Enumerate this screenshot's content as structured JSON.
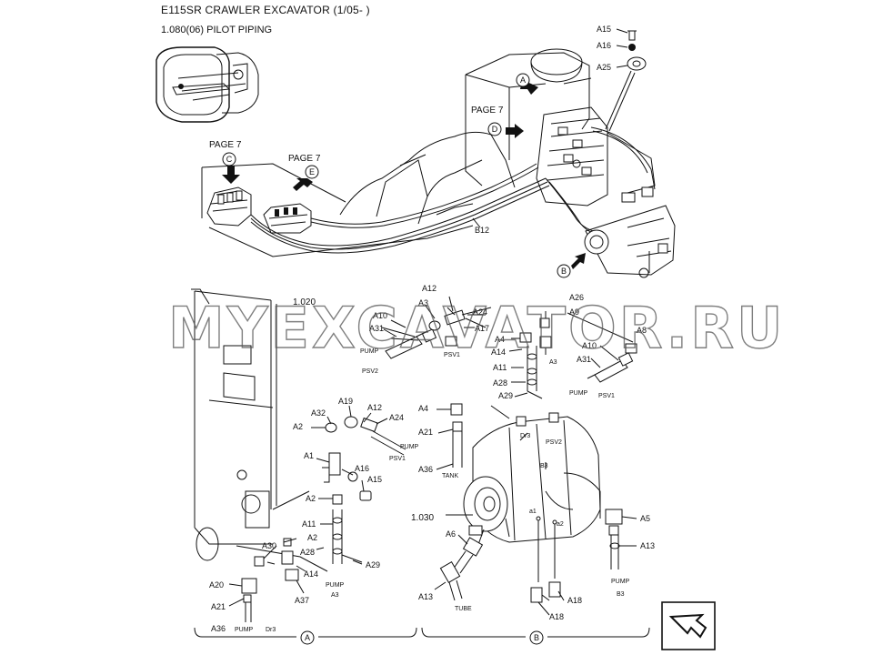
{
  "header": {
    "title": "E115SR CRAWLER EXCAVATOR (1/05- )",
    "subtitle": "1.080(06) PILOT PIPING"
  },
  "refs": {
    "page7_left": "PAGE 7",
    "page7_mid": "PAGE 7",
    "page7_top": "PAGE 7",
    "circle_c": "C",
    "circle_e": "E",
    "circle_a": "A",
    "circle_d": "D",
    "circle_b": "B",
    "b12": "B12",
    "ref_1020": "1.020",
    "ref_1030": "1.030"
  },
  "top_parts": {
    "a15": "A15",
    "a16": "A16",
    "a25": "A25"
  },
  "group_psv2": {
    "a10": "A10",
    "a31": "A31",
    "pump": "PUMP",
    "psv": "PSV2"
  },
  "group_psv1_mid": {
    "a12": "A12",
    "a3": "A3",
    "a24": "A24",
    "a17": "A17",
    "psv": "PSV1"
  },
  "group_a3": {
    "a26": "A26",
    "a9": "A9",
    "a4": "A4",
    "a14": "A14",
    "a11": "A11",
    "a28": "A28",
    "a29": "A29",
    "a3": "A3"
  },
  "group_psv1_right": {
    "a8": "A8",
    "a10": "A10",
    "a31": "A31",
    "pump": "PUMP",
    "psv": "PSV1"
  },
  "group_left": {
    "a19": "A19",
    "a12": "A12",
    "a32": "A32",
    "a24": "A24",
    "a2": "A2",
    "pump": "PUMP",
    "psv1": "PSV1",
    "a1": "A1",
    "a16": "A16",
    "a15": "A15",
    "a2b": "A2",
    "a11": "A11",
    "a2c": "A2",
    "a30": "A30",
    "a28": "A28",
    "a29": "A29",
    "a14": "A14",
    "pump2": "PUMP",
    "a3": "A3",
    "a20": "A20",
    "a37": "A37",
    "a21": "A21",
    "a36": "A36",
    "pump3": "PUMP",
    "dr3": "Dr3"
  },
  "group_tank": {
    "a4": "A4",
    "a21": "A21",
    "a36": "A36",
    "tank": "TANK"
  },
  "group_pump": {
    "dr3": "Dr3",
    "psv2": "PSV2",
    "b3": "B3",
    "a1": "a1",
    "a2": "a2",
    "a6": "A6",
    "a13": "A13",
    "tube": "TUBE",
    "a18a": "A18",
    "a18b": "A18"
  },
  "group_b3": {
    "a5": "A5",
    "a13": "A13",
    "pump": "PUMP",
    "b3": "B3"
  },
  "footer": {
    "circle_a": "A",
    "circle_b": "B"
  },
  "watermark": {
    "text": "MYEXCAVATOR.RU"
  }
}
